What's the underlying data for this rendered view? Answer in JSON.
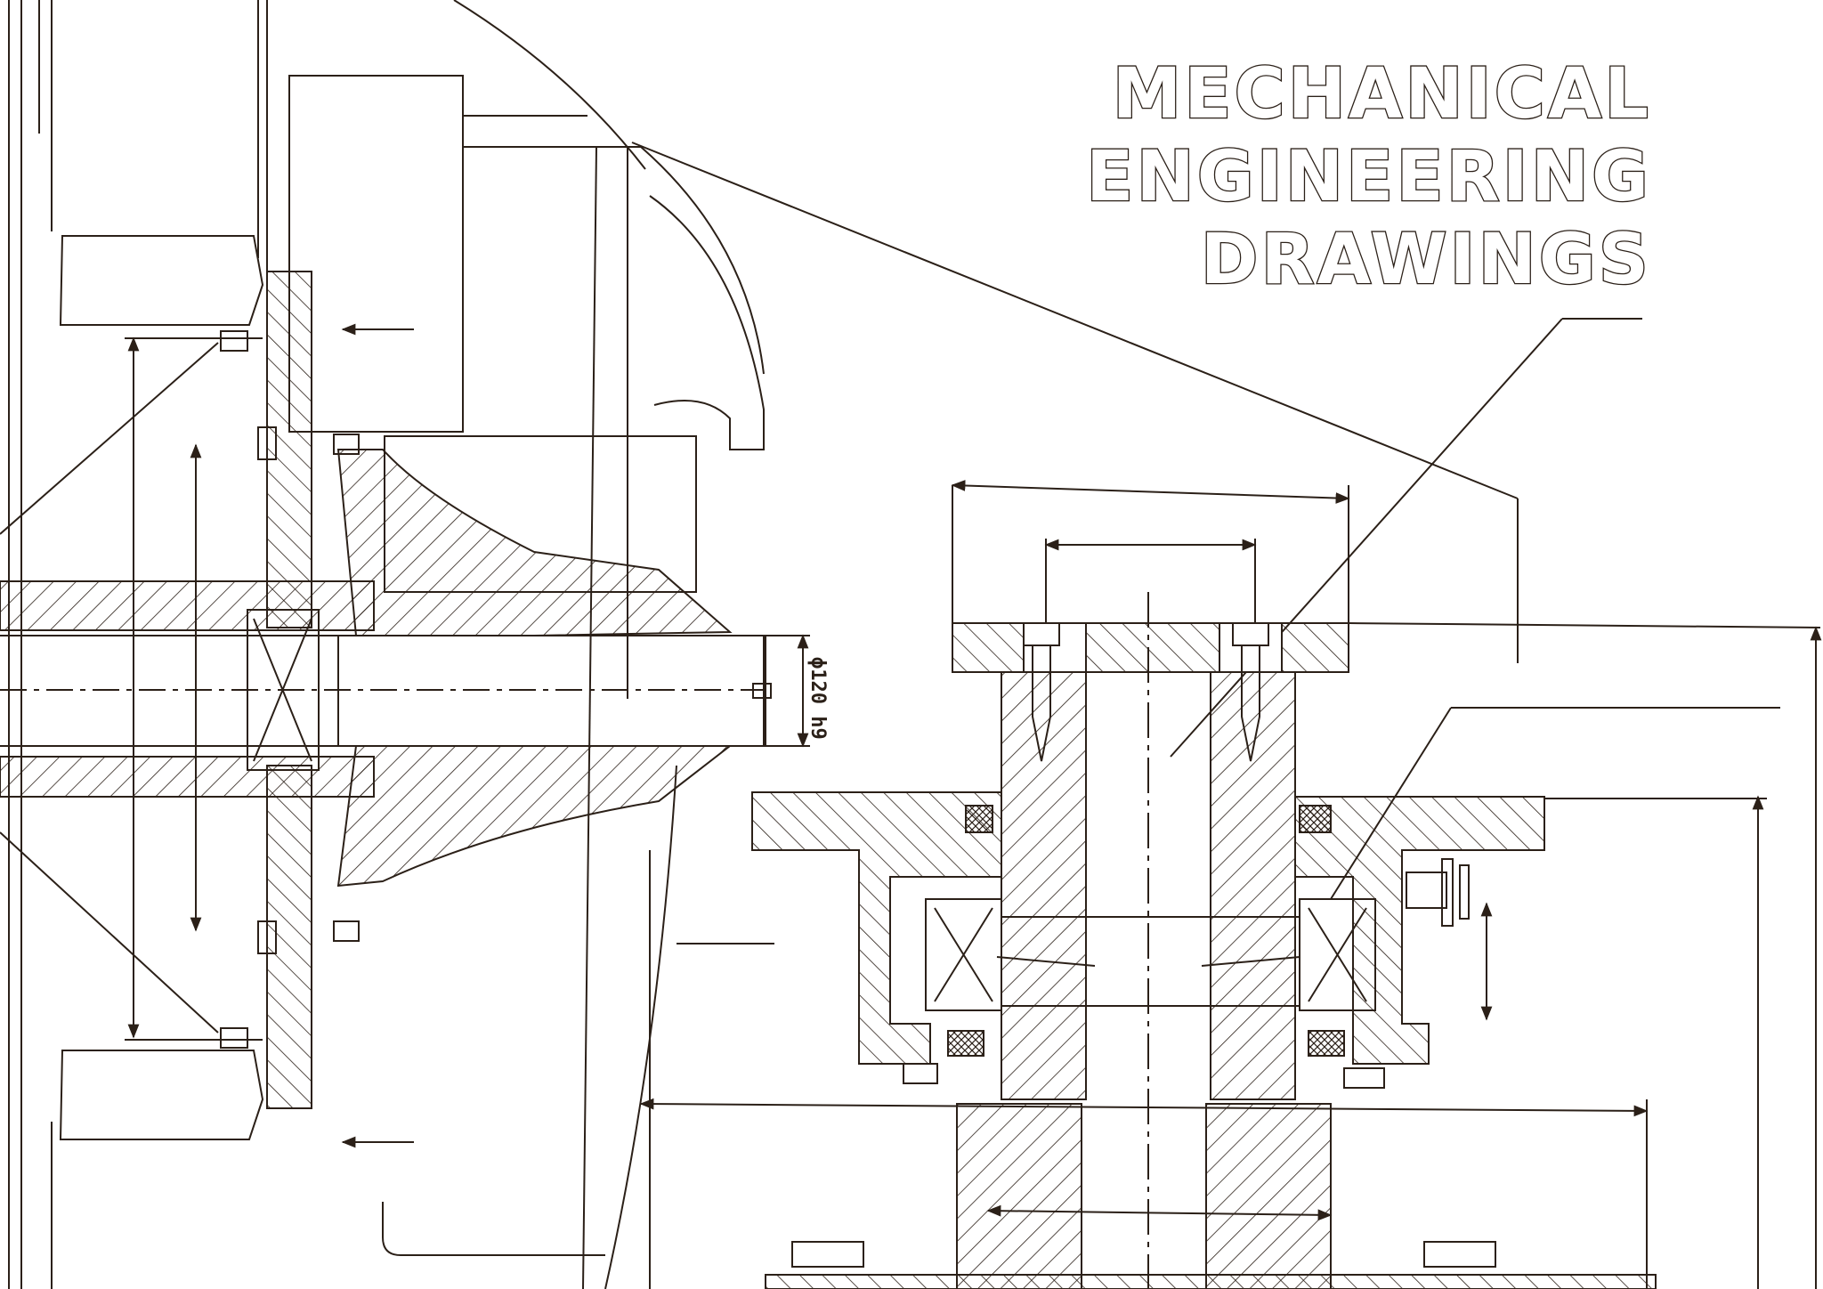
{
  "title": {
    "line1": "MECHANICAL",
    "line2": "ENGINEERING",
    "line3": "DRAWINGS"
  },
  "annotations": {
    "shaft_dimension": "ϕ120 h9"
  },
  "colors": {
    "line": "#2b2018",
    "background": "#ffffff"
  }
}
